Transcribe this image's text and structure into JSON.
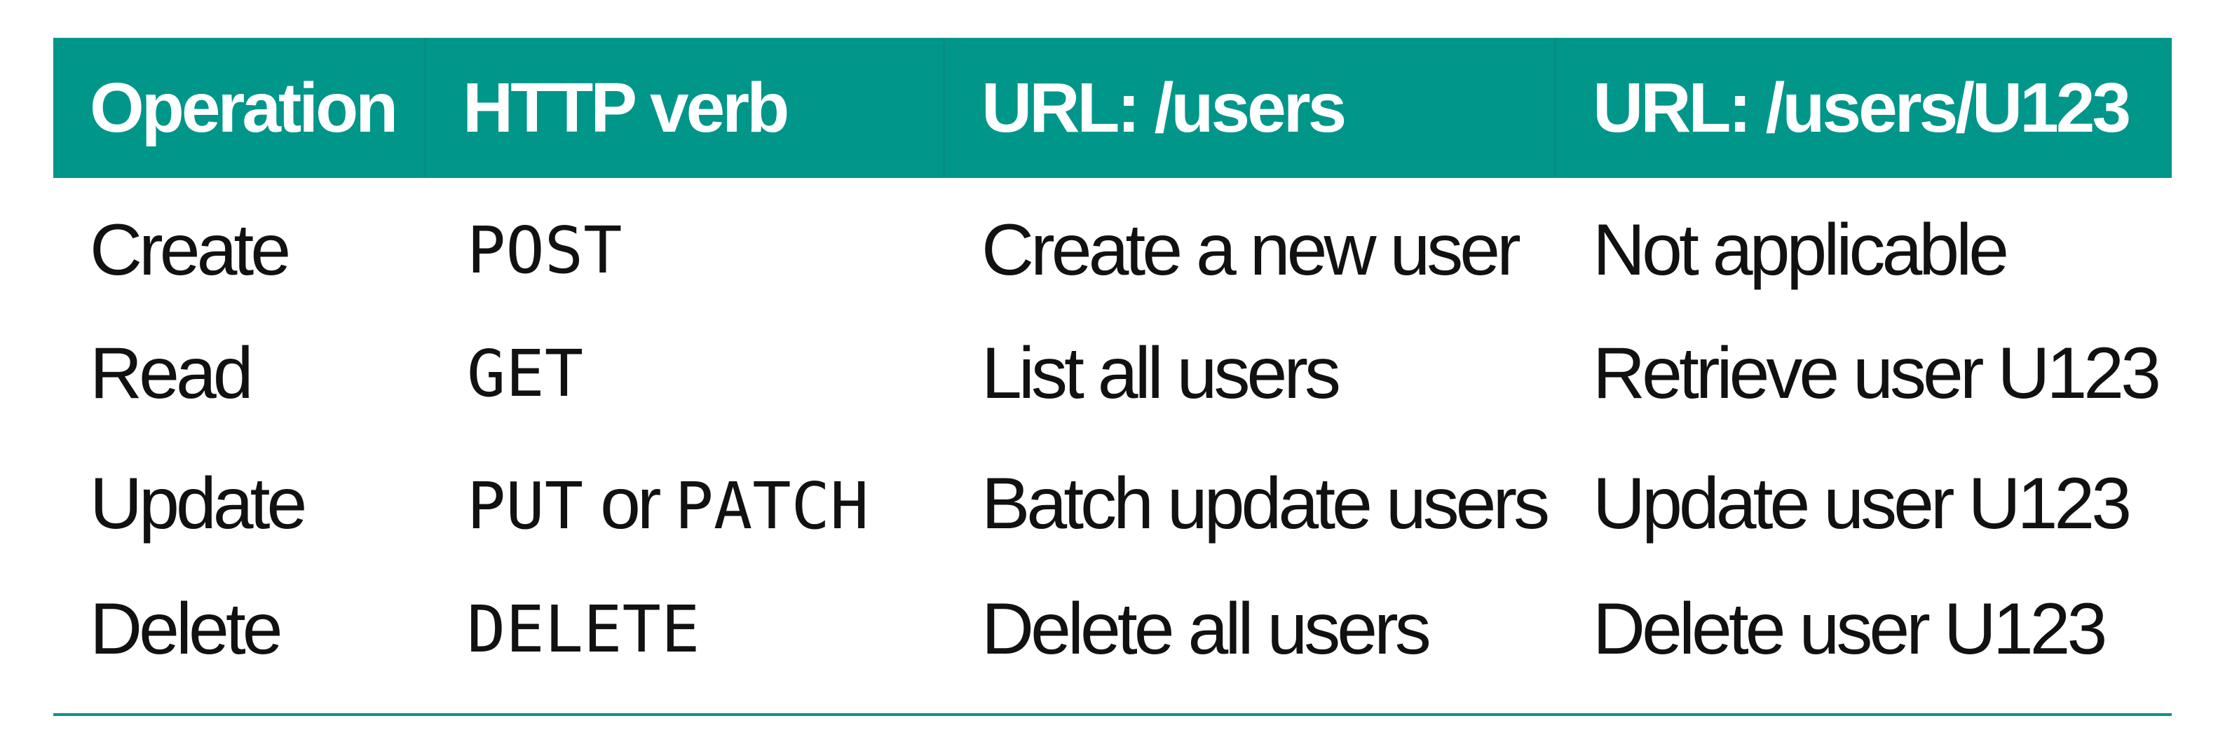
{
  "table": {
    "headers": [
      "Operation",
      "HTTP verb",
      "URL: /users",
      "URL: /users/U123"
    ],
    "rows": [
      {
        "operation": "Create",
        "verb": {
          "part1": "POST",
          "joiner": "",
          "part2": ""
        },
        "collection": "Create a new user",
        "item": "Not applicable"
      },
      {
        "operation": "Read",
        "verb": {
          "part1": "GET",
          "joiner": "",
          "part2": ""
        },
        "collection": "List all users",
        "item": "Retrieve user U123"
      },
      {
        "operation": "Update",
        "verb": {
          "part1": "PUT",
          "joiner": " or ",
          "part2": "PATCH"
        },
        "collection": "Batch update users",
        "item": "Update user U123"
      },
      {
        "operation": "Delete",
        "verb": {
          "part1": "DELETE",
          "joiner": "",
          "part2": ""
        },
        "collection": "Delete all users",
        "item": "Delete user U123"
      }
    ]
  },
  "colors": {
    "header_background": "#00968a",
    "header_text": "#ffffff",
    "body_text": "#111111",
    "bottom_rule": "#00968a"
  }
}
